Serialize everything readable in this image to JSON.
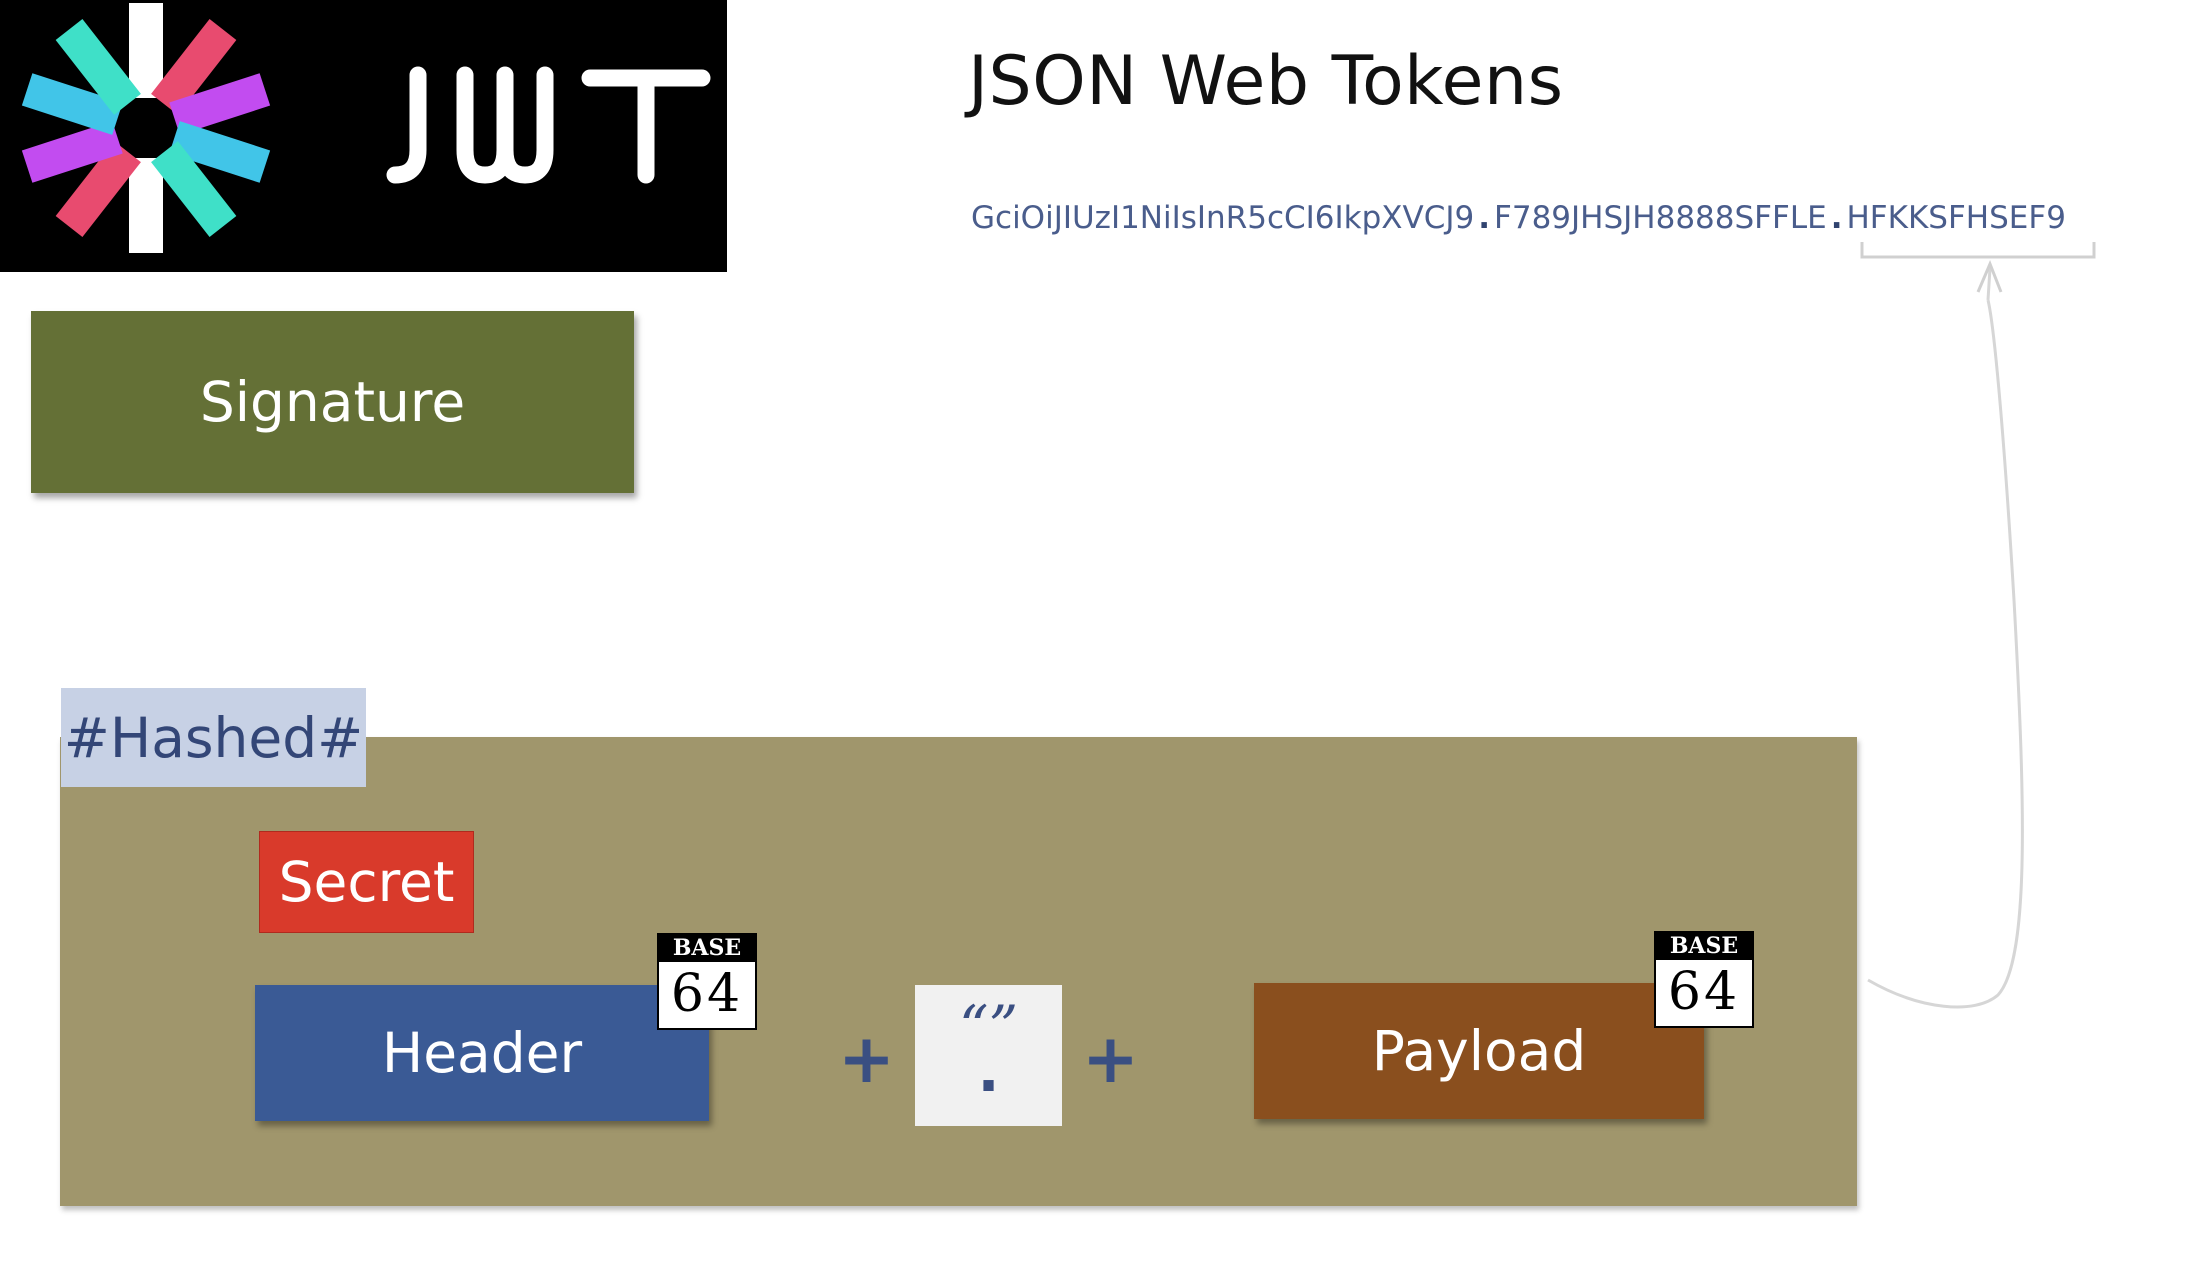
{
  "slide": {
    "title": "JSON Web Tokens",
    "logo_text": "JWT",
    "token": {
      "part1": "GciOiJIUzI1NiIsInR5cCI6IkpXVCJ9",
      "part2": "F789JHSJH8888SFFLE",
      "part3": "HFKKSFHSEF9",
      "separator": "."
    },
    "signature_label": "Signature",
    "hashed_label": "#Hashed#",
    "secret_label": "Secret",
    "header_label": "Header",
    "payload_label": "Payload",
    "base64_badge": {
      "top": "BASE",
      "bottom": "64"
    },
    "plus": "+",
    "dot_string": {
      "quotes": "“”",
      "dot": "."
    }
  },
  "colors": {
    "signature": "#647036",
    "hashed_area": "#a0966c",
    "hashed_tab": "#c7d1e5",
    "secret": "#d93a2b",
    "header": "#3a5a95",
    "payload": "#8a4f1e",
    "token_text": "#4a5d8c"
  },
  "icons": [
    "jwt-logo-icon",
    "base64-badge-icon",
    "arrow-icon"
  ]
}
